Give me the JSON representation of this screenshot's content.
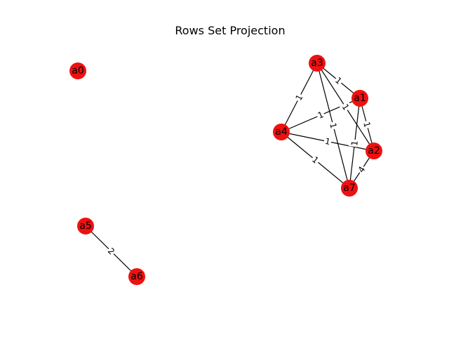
{
  "title": "Rows Set Projection",
  "colors": {
    "node": "#ee1111",
    "edge": "#000000",
    "background": "#ffffff"
  },
  "nodes": [
    {
      "id": "a0",
      "label": "a0"
    },
    {
      "id": "a1",
      "label": "a1"
    },
    {
      "id": "a2",
      "label": "a2"
    },
    {
      "id": "a3",
      "label": "a3"
    },
    {
      "id": "a4",
      "label": "a4"
    },
    {
      "id": "a5",
      "label": "a5"
    },
    {
      "id": "a6",
      "label": "a6"
    },
    {
      "id": "a7",
      "label": "a7"
    }
  ],
  "edges": [
    {
      "source": "a3",
      "target": "a1",
      "weight": "1"
    },
    {
      "source": "a3",
      "target": "a2",
      "weight": "1"
    },
    {
      "source": "a3",
      "target": "a4",
      "weight": "1"
    },
    {
      "source": "a3",
      "target": "a7",
      "weight": "1"
    },
    {
      "source": "a1",
      "target": "a4",
      "weight": "1"
    },
    {
      "source": "a1",
      "target": "a2",
      "weight": "1"
    },
    {
      "source": "a1",
      "target": "a7",
      "weight": "1"
    },
    {
      "source": "a4",
      "target": "a2",
      "weight": "1"
    },
    {
      "source": "a4",
      "target": "a7",
      "weight": "1"
    },
    {
      "source": "a2",
      "target": "a7",
      "weight": "4"
    },
    {
      "source": "a5",
      "target": "a6",
      "weight": "2"
    }
  ]
}
